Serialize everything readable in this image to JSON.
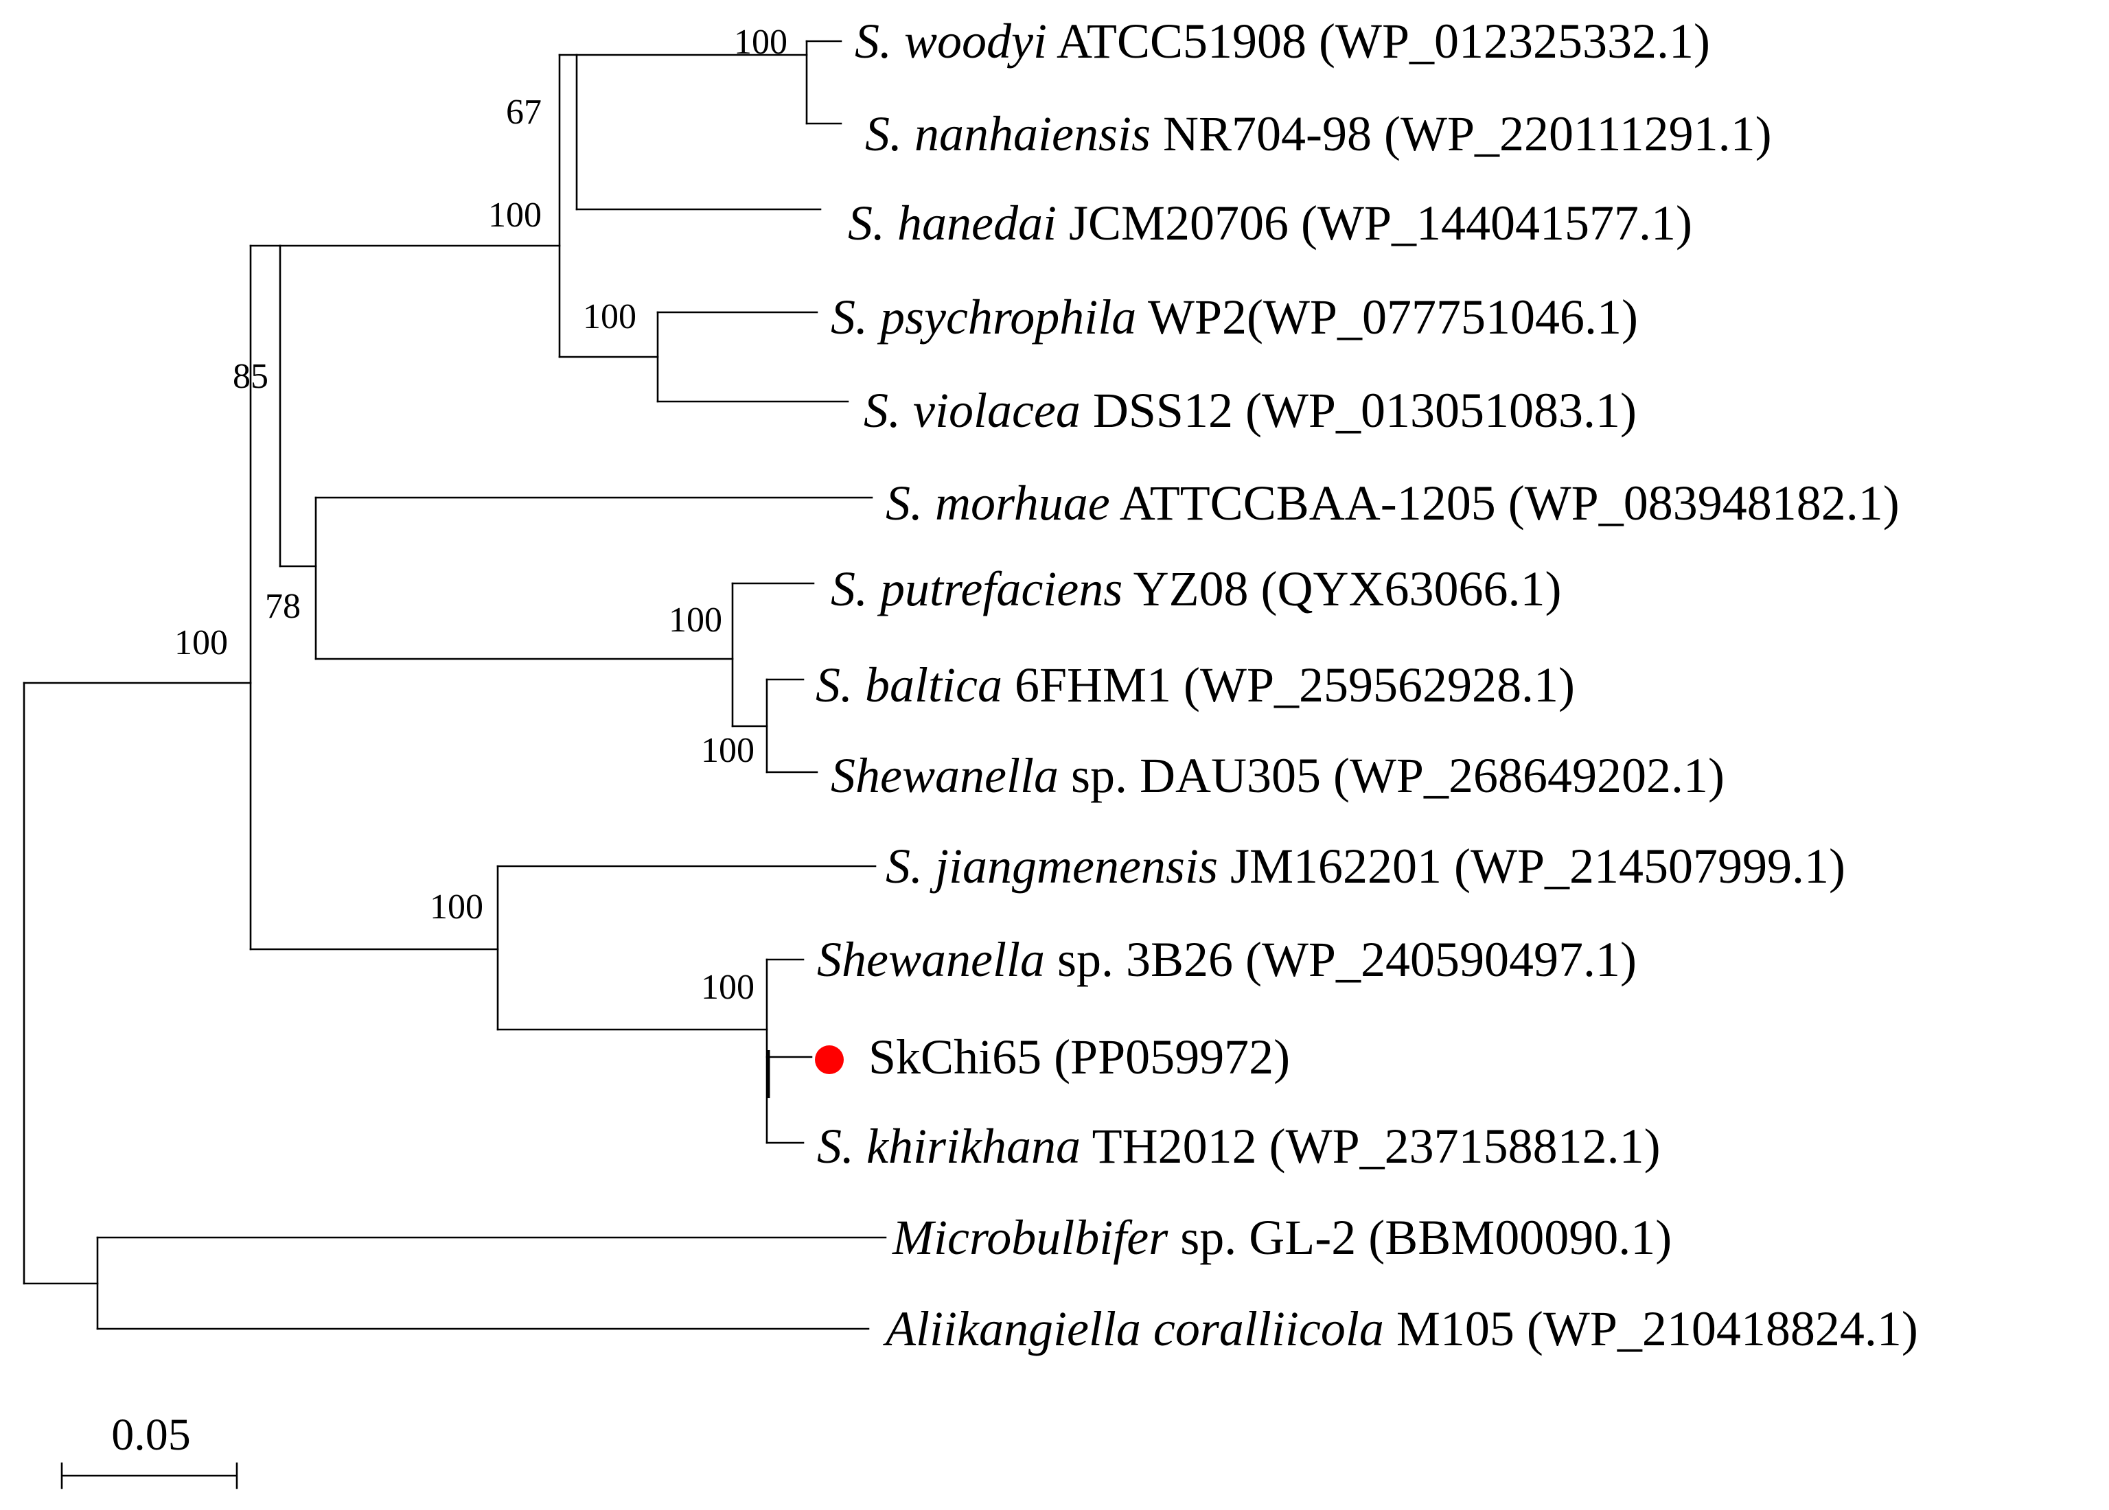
{
  "tree": {
    "leaves": [
      {
        "id": "woodyi",
        "italic": "S. woodyi",
        "rest": " ATCC51908 (WP_012325332.1)"
      },
      {
        "id": "nanhaiensis",
        "italic": "S. nanhaiensis",
        "rest": " NR704-98 (WP_220111291.1)"
      },
      {
        "id": "hanedai",
        "italic": "S. hanedai",
        "rest": " JCM20706 (WP_144041577.1)"
      },
      {
        "id": "psychrophila",
        "italic": "S. psychrophila",
        "rest": " WP2(WP_077751046.1)"
      },
      {
        "id": "violacea",
        "italic": "S. violacea",
        "rest": " DSS12 (WP_013051083.1)"
      },
      {
        "id": "morhuae",
        "italic": "S. morhuae",
        "rest": " ATTCCBAA-1205 (WP_083948182.1)"
      },
      {
        "id": "putrefaciens",
        "italic": "S. putrefaciens",
        "rest": " YZ08 (QYX63066.1)"
      },
      {
        "id": "baltica",
        "italic": "S. baltica",
        "rest": " 6FHM1 (WP_259562928.1)"
      },
      {
        "id": "dau305",
        "italic": "Shewanella",
        "rest": " sp. DAU305 (WP_268649202.1)"
      },
      {
        "id": "jiangmenensis",
        "italic": "S. jiangmenensis",
        "rest": " JM162201 (WP_214507999.1)"
      },
      {
        "id": "sp3b26",
        "italic": "Shewanella",
        "rest": " sp. 3B26 (WP_240590497.1)"
      },
      {
        "id": "skchi65",
        "italic": "",
        "rest": "SkChi65 (PP059972)",
        "marker": true
      },
      {
        "id": "khirikhana",
        "italic": "S. khirikhana",
        "rest": " TH2012 (WP_237158812.1)"
      },
      {
        "id": "microbulbifer",
        "italic": "Microbulbifer",
        "rest": " sp. GL-2 (BBM00090.1)"
      },
      {
        "id": "aliikangiella",
        "italic": "Aliikangiella coralliicola",
        "rest": " M105 (WP_210418824.1)"
      }
    ],
    "bootstrap_values": [
      "100",
      "67",
      "100",
      "100",
      "85",
      "78",
      "100",
      "100",
      "100",
      "100",
      "100"
    ],
    "scale_bar": "0.05",
    "colors": {
      "marker": "#ff0000",
      "lines": "#000000"
    }
  }
}
